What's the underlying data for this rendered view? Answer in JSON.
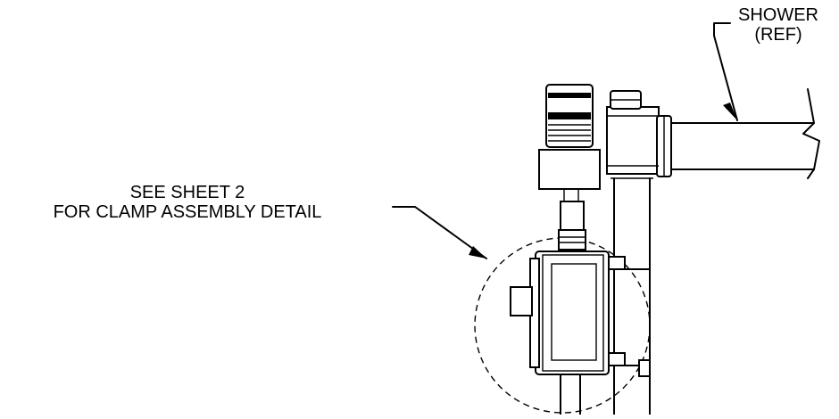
{
  "callouts": {
    "detail_line1": "SEE SHEET 2",
    "detail_line2": "FOR CLAMP ASSEMBLY DETAIL",
    "shower_line1": "SHOWER",
    "shower_line2": "(REF)"
  },
  "colors": {
    "ink": "#000000",
    "paper": "#ffffff"
  }
}
